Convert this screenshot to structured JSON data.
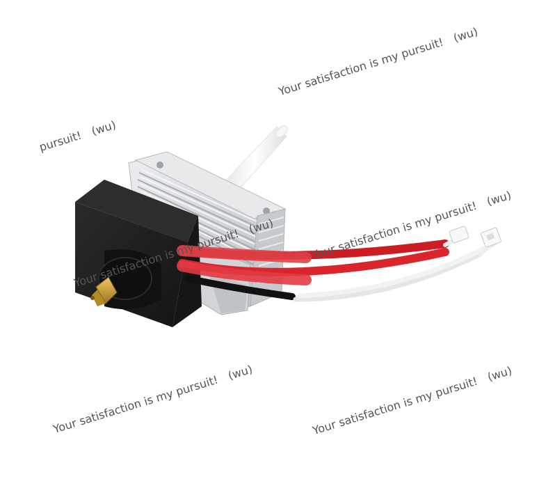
{
  "image": {
    "subject": "3D printer hotend assembly",
    "colors": {
      "background": "#ffffff",
      "silicone_sock": "#1e1e1e",
      "heatsink": "#d9dadd",
      "nozzle": "#c9982e",
      "red_wire": "#d21d25",
      "white_wire": "#eeeeee"
    }
  },
  "watermarks": [
    "Your satisfaction is my pursuit!　(wu)",
    "pursuit!　(wu)",
    "Your satisfaction is my pursuit!　(wu)",
    "Your satisfaction is my pursuit!　(wu)",
    "Your satisfaction is my pursuit!　(wu)",
    "Your satisfaction is my pursuit!　(wu)"
  ]
}
